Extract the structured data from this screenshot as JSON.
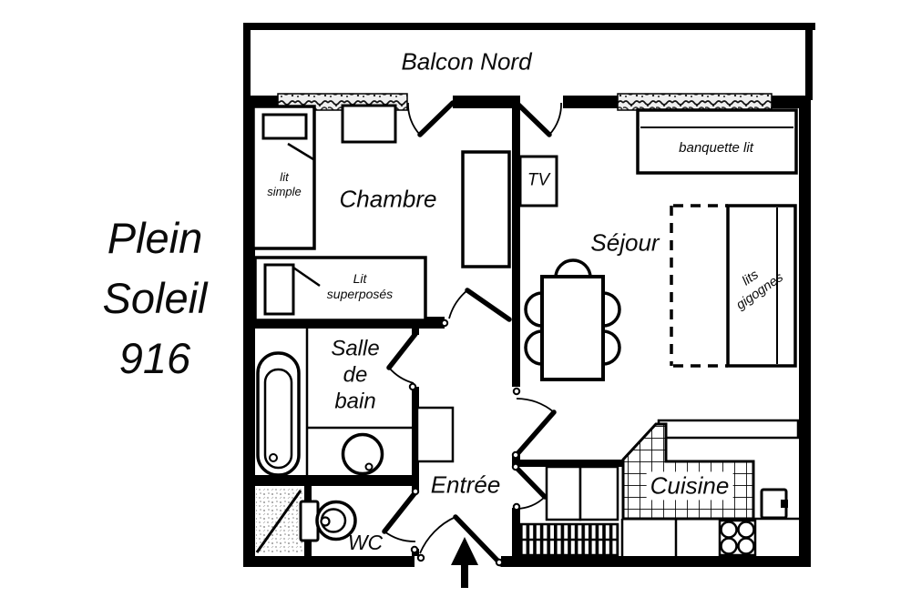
{
  "title": "Plein\nSoleil\n916",
  "rooms": {
    "balcony": "Balcon Nord",
    "bedroom": "Chambre",
    "living_room": "Séjour",
    "bathroom": "Salle\nde\nbain",
    "entry": "Entrée",
    "wc": "WC",
    "kitchen": "Cuisine"
  },
  "furniture": {
    "single_bed": "lit\nsimple",
    "bunk_bed": "Lit\nsuperposés",
    "bench_bed": "banquette lit",
    "nesting_beds": "lits gigognes",
    "tv": "TV"
  },
  "colors": {
    "line": "#000000",
    "background": "#ffffff"
  }
}
